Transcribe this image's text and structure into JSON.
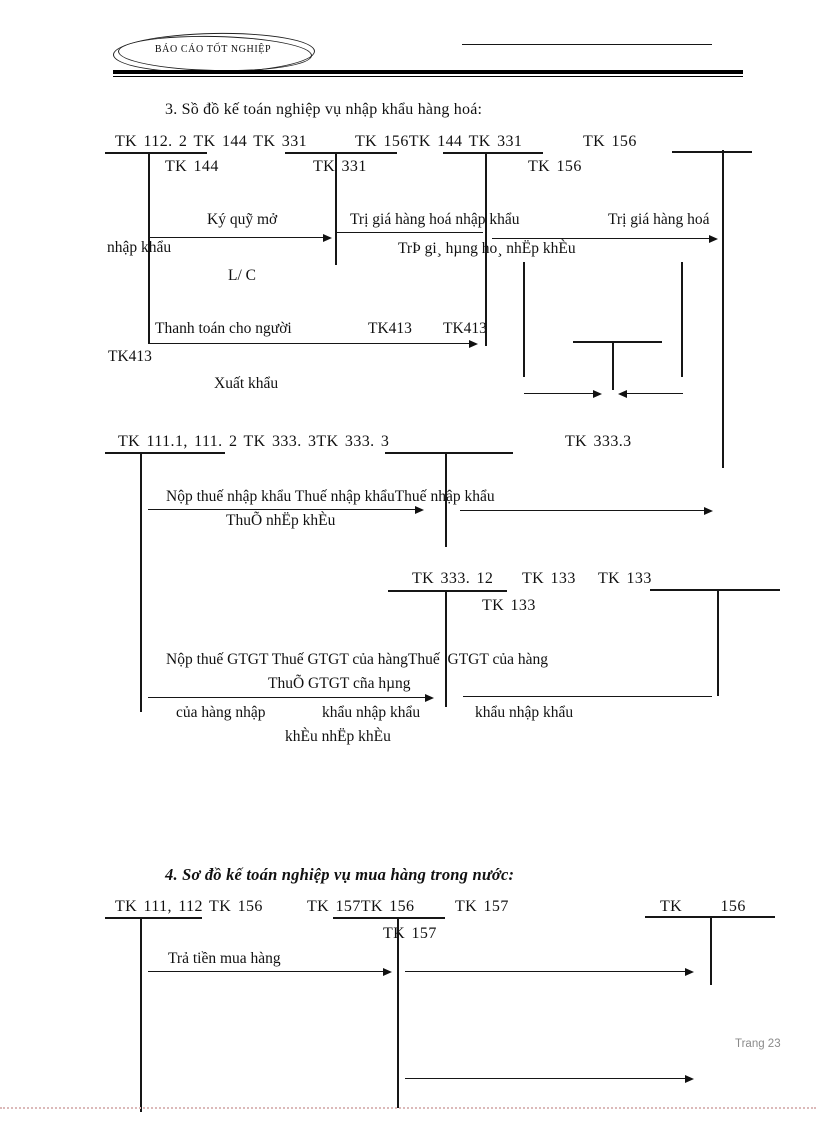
{
  "page": {
    "badge": "BÁO CÁO TỐT NGHIỆP",
    "footer": "Trang 23"
  },
  "s3": {
    "heading": "3. Sồ đồ kế toán nghiệp vụ nhập khẩu hàng hoá:"
  },
  "d1": {
    "h1": "TK 112. 2 TK 144 TK 331",
    "h2": "TK 156TK 144 TK 331",
    "h3": "TK 156",
    "s1": "TK 144",
    "s2": "TK 331",
    "s3": "TK 156",
    "ky_quy": "Ký quỹ mở",
    "tri_gia_1": "Trị giá hàng hoá nhập khẩu",
    "tri_gia_2": "Trị giá hàng hoá",
    "nhap_khau": "nhập khẩu",
    "tri_gia_g": "TrÞ gi¸ hµng ho¸ nhËp khÈu",
    "lc": "L/ C",
    "thanh_toan": "Thanh toán cho người",
    "tk413_a": "TK413",
    "tk413_b": "TK413",
    "tk413_c": "TK413",
    "xuat_khau": "Xuất khẩu"
  },
  "d2": {
    "h1": "TK 111.1, 111. 2 TK 333. 3TK 333. 3",
    "h2": "TK 333.3",
    "nop_thue": "Nộp thuế nhập khẩu Thuế nhập khẩuThuế nhập khẩu",
    "thue_g": "ThuÕ nhËp khÈu"
  },
  "d2b": {
    "h1": "TK 333. 12",
    "h2": "TK 133",
    "h3": "TK 133",
    "s1": "TK 133",
    "nop_gtgt": "Nộp thuế GTGT Thuế GTGT của hàngThuế  GTGT của hàng",
    "gtgt_g": "ThuÕ GTGT cña hµng",
    "cua_hang": "của hàng nhập",
    "khau_1": "khẩu nhập khẩu",
    "khau_2": "khẩu nhập khẩu",
    "khau_g": "khÈu nhËp khÈu"
  },
  "s4": {
    "heading": "4. Sơ đồ kế toán nghiệp vụ mua hàng trong nước:"
  },
  "d3": {
    "h1": "TK 111, 112 TK 156",
    "h2": "TK 157TK 156",
    "h3": "TK 157",
    "h4": "TK      156",
    "s1": "TK 157",
    "tra_tien": "Trả tiền mua hàng"
  }
}
